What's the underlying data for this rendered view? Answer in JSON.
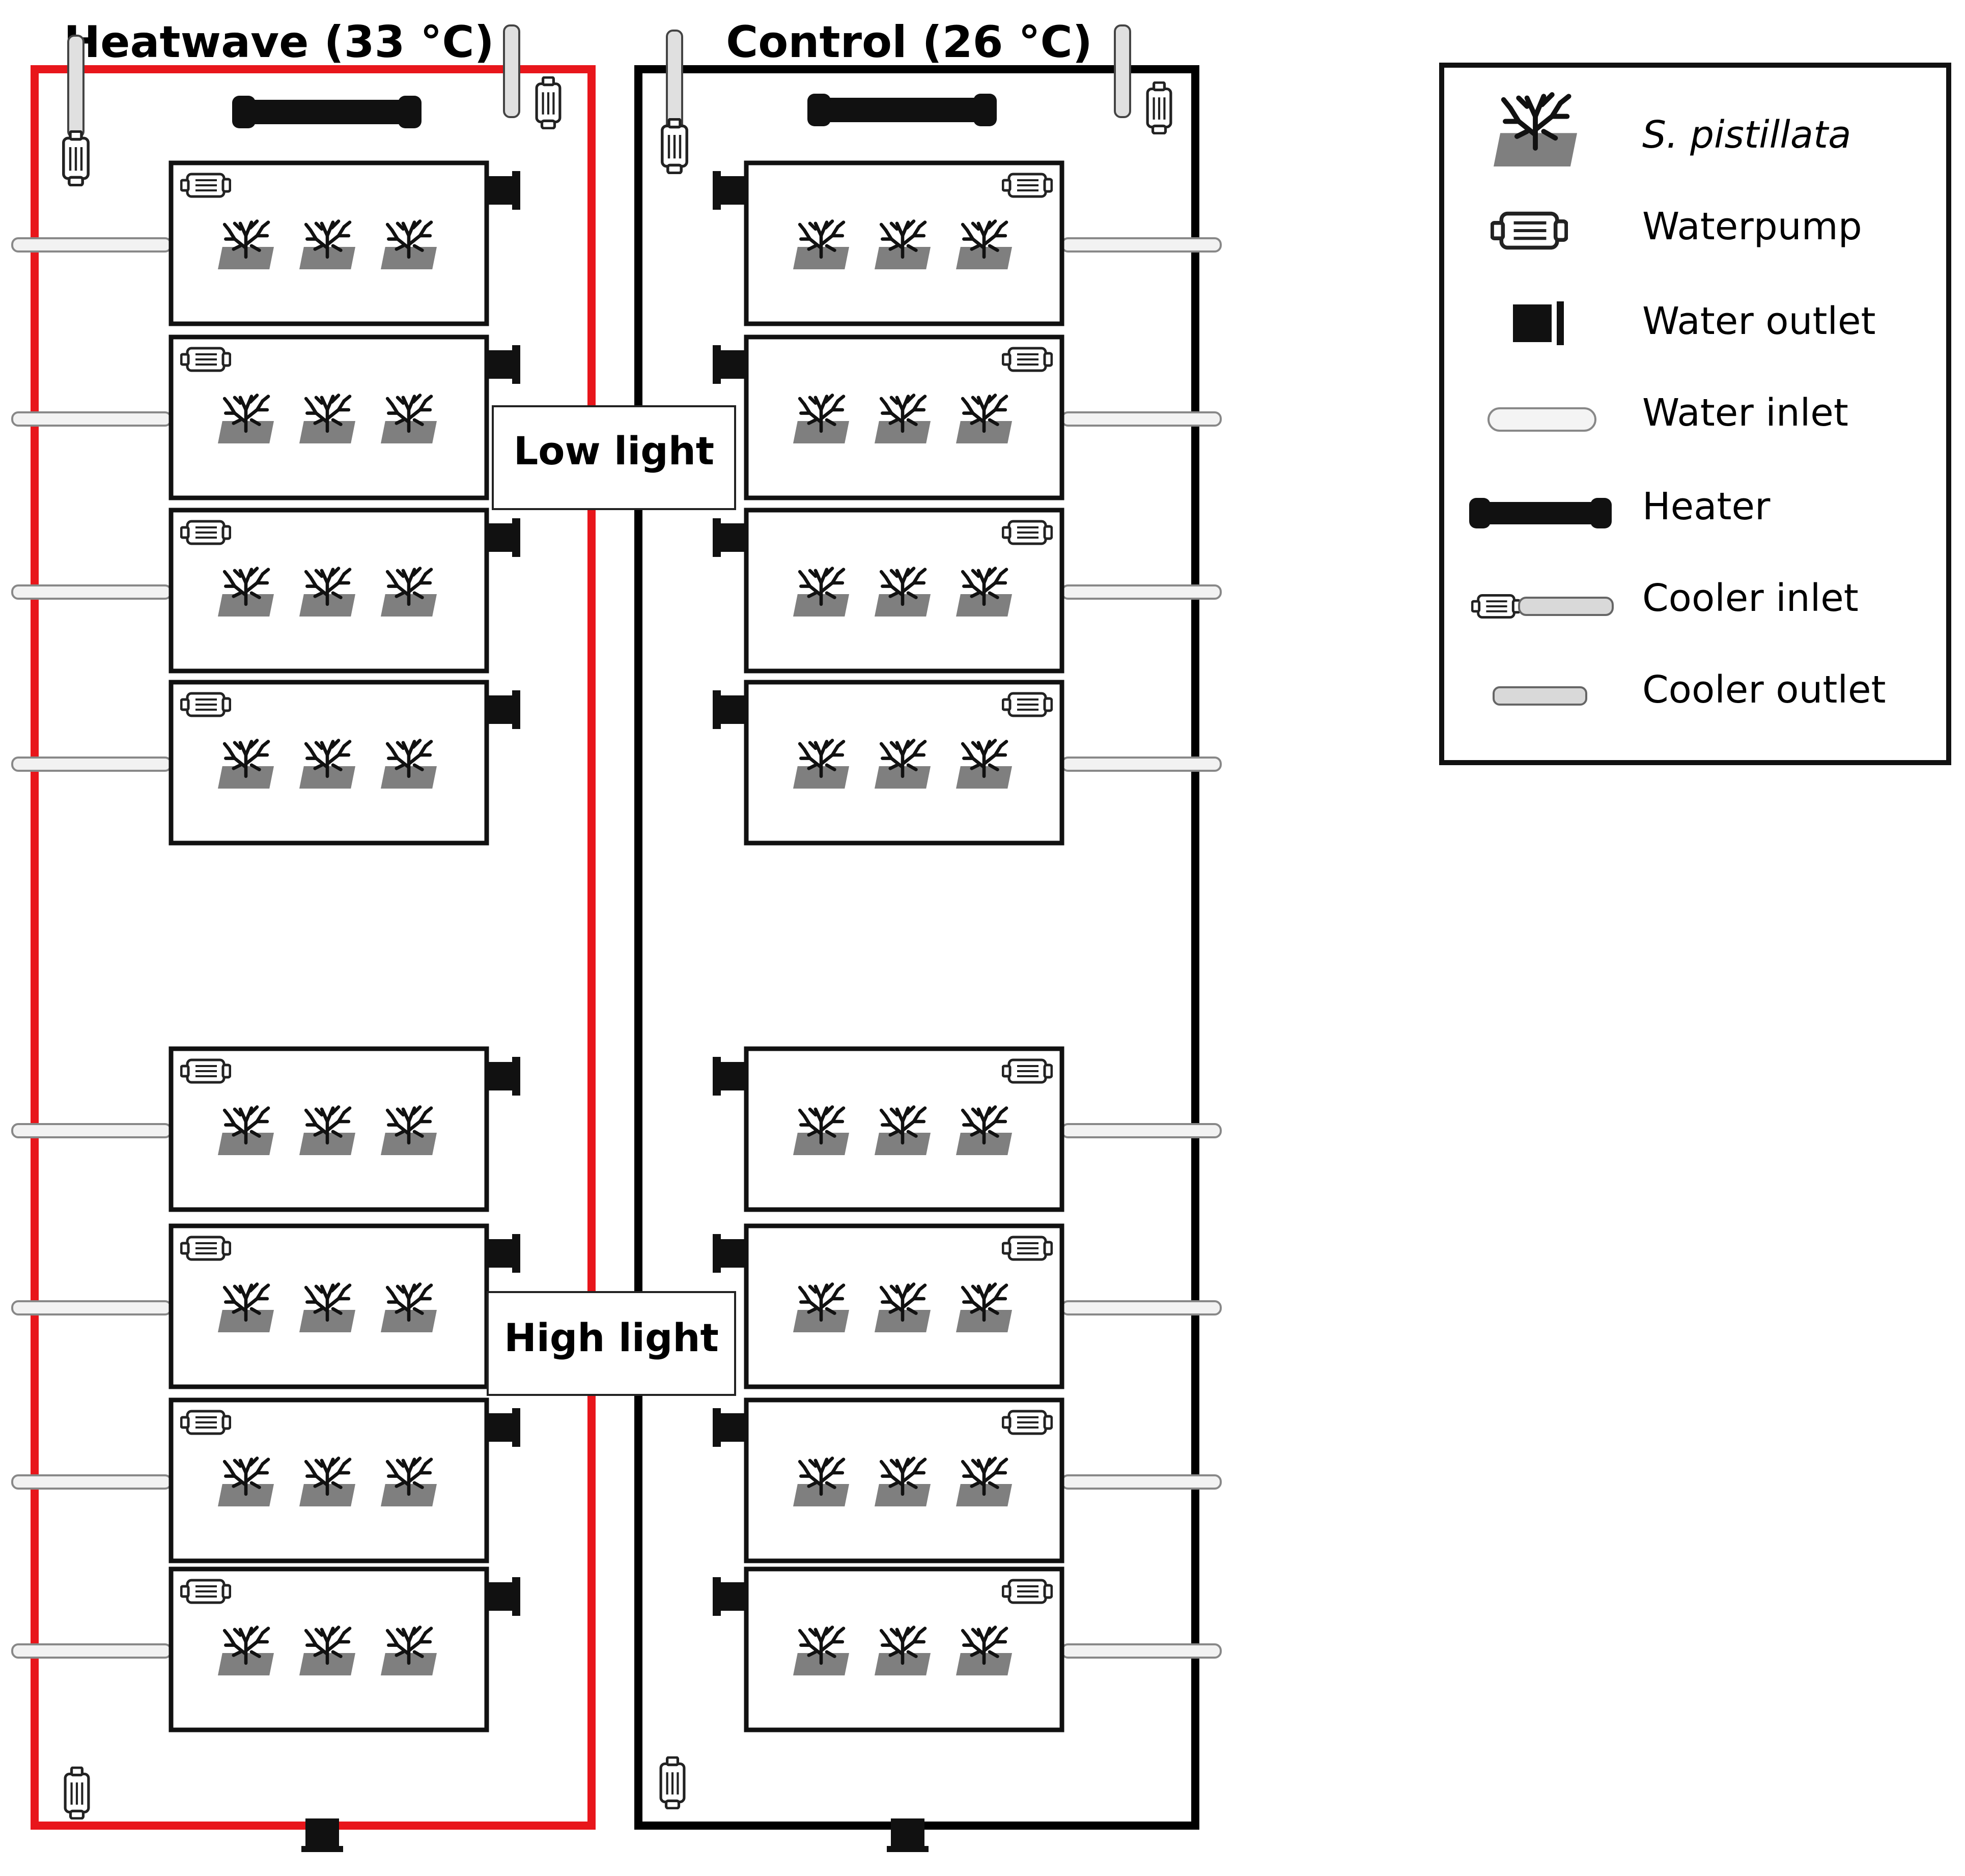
{
  "heatwave": {
    "title": "Heatwave (33 °C)",
    "border_color": "#e8161b"
  },
  "control": {
    "title": "Control (26 °C)",
    "border_color": "#000000"
  },
  "labels": {
    "low_light": "Low light",
    "high_light": "High light"
  },
  "legend": {
    "items": [
      {
        "icon": "coral-icon",
        "label": "S. pistillata",
        "italic": true
      },
      {
        "icon": "waterpump-icon",
        "label": "Waterpump"
      },
      {
        "icon": "water-outlet-icon",
        "label": "Water outlet"
      },
      {
        "icon": "water-inlet-icon",
        "label": "Water inlet"
      },
      {
        "icon": "heater-icon",
        "label": "Heater"
      },
      {
        "icon": "cooler-inlet-icon",
        "label": "Cooler inlet"
      },
      {
        "icon": "cooler-outlet-icon",
        "label": "Cooler outlet"
      }
    ]
  },
  "tanks": {
    "per_column": 8,
    "corals_per_tank": 3,
    "low_light_tanks": 4,
    "high_light_tanks": 4
  },
  "colors": {
    "substrate": "#7f7f7f",
    "pipe_fill": "#e8e8e8",
    "cooler_fill": "#d9d9d9"
  }
}
